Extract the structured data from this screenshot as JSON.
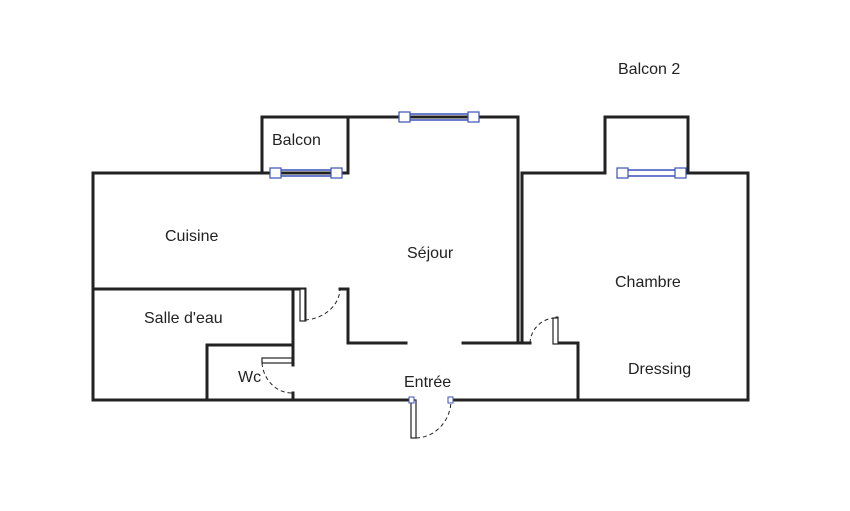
{
  "rooms": {
    "balcon2": "Balcon 2",
    "balcon": "Balcon",
    "cuisine": "Cuisine",
    "sejour": "Séjour",
    "chambre": "Chambre",
    "salle_deau": "Salle d'eau",
    "dressing": "Dressing",
    "wc": "Wc",
    "entree": "Entrée"
  },
  "colors": {
    "wall": "#222222",
    "window": "#3a52b8",
    "background": "#ffffff"
  }
}
